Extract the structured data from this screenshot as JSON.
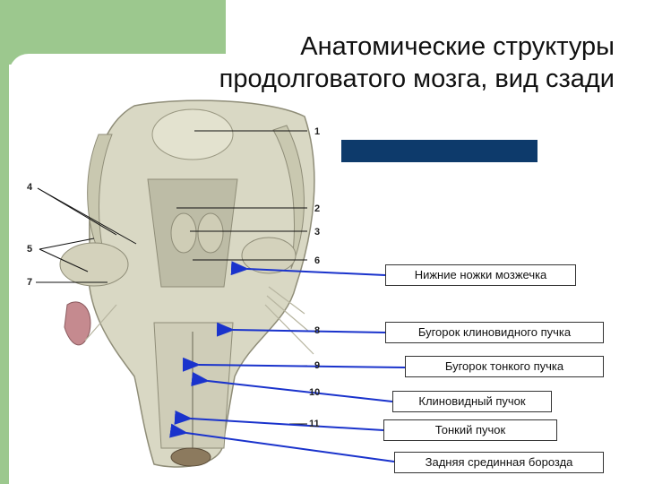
{
  "title": {
    "line1": "Анатомические структуры",
    "line2": "продолговатого мозга, вид сзади"
  },
  "numbers": {
    "n1": "1",
    "n2": "2",
    "n3": "3",
    "n4": "4",
    "n5": "5",
    "n6": "6",
    "n7": "7",
    "n8": "8",
    "n9": "9",
    "n10": "10",
    "n11": "11"
  },
  "labels": {
    "inferior_peduncles": "Нижние ножки мозжечка",
    "cuneate_tubercle": "Бугорок клиновидного пучка",
    "gracile_tubercle": "Бугорок тонкого пучка",
    "cuneate_fasciculus": "Клиновидный пучок",
    "gracile_fasciculus": "Тонкий пучок",
    "posterior_median_sulcus": "Задняя срединная борозда"
  },
  "colors": {
    "accent_green": "#9cc88e",
    "dark_box": "#0d3a6b",
    "arrow_blue": "#1a33cc"
  }
}
